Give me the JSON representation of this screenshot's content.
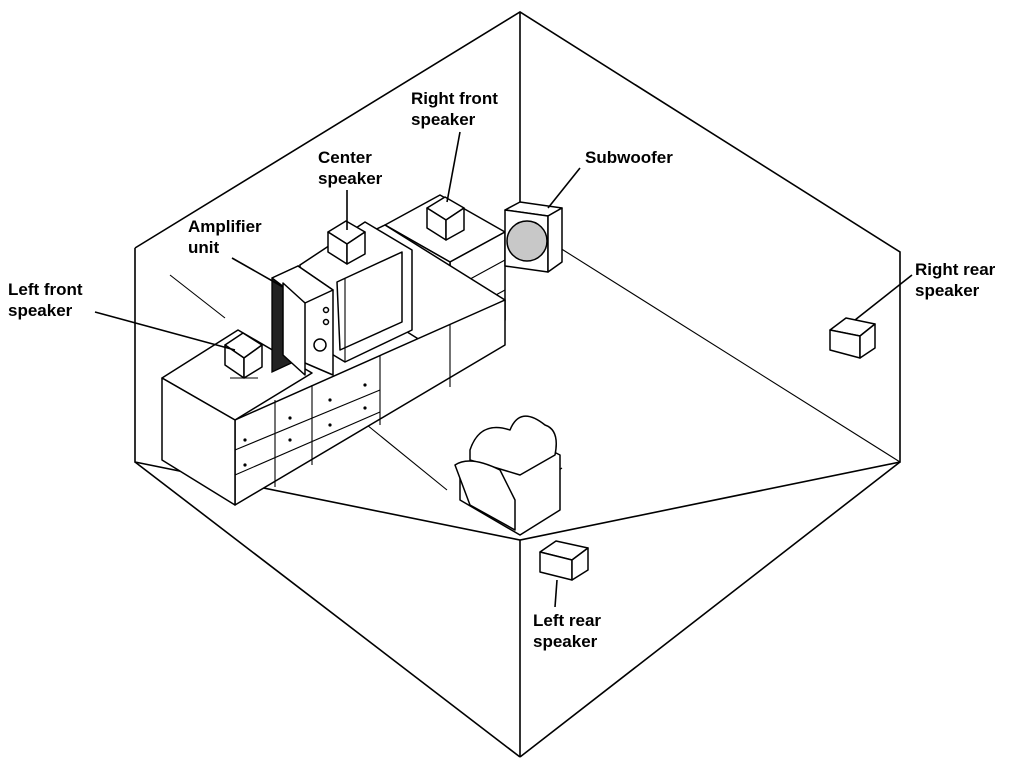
{
  "labels": {
    "left_front": [
      "Left front",
      "speaker"
    ],
    "amplifier": [
      "Amplifier",
      "unit"
    ],
    "center": [
      "Center",
      "speaker"
    ],
    "right_front": [
      "Right front",
      "speaker"
    ],
    "subwoofer": [
      "Subwoofer"
    ],
    "right_rear": [
      "Right rear",
      "speaker"
    ],
    "left_rear": [
      "Left rear",
      "speaker"
    ]
  }
}
